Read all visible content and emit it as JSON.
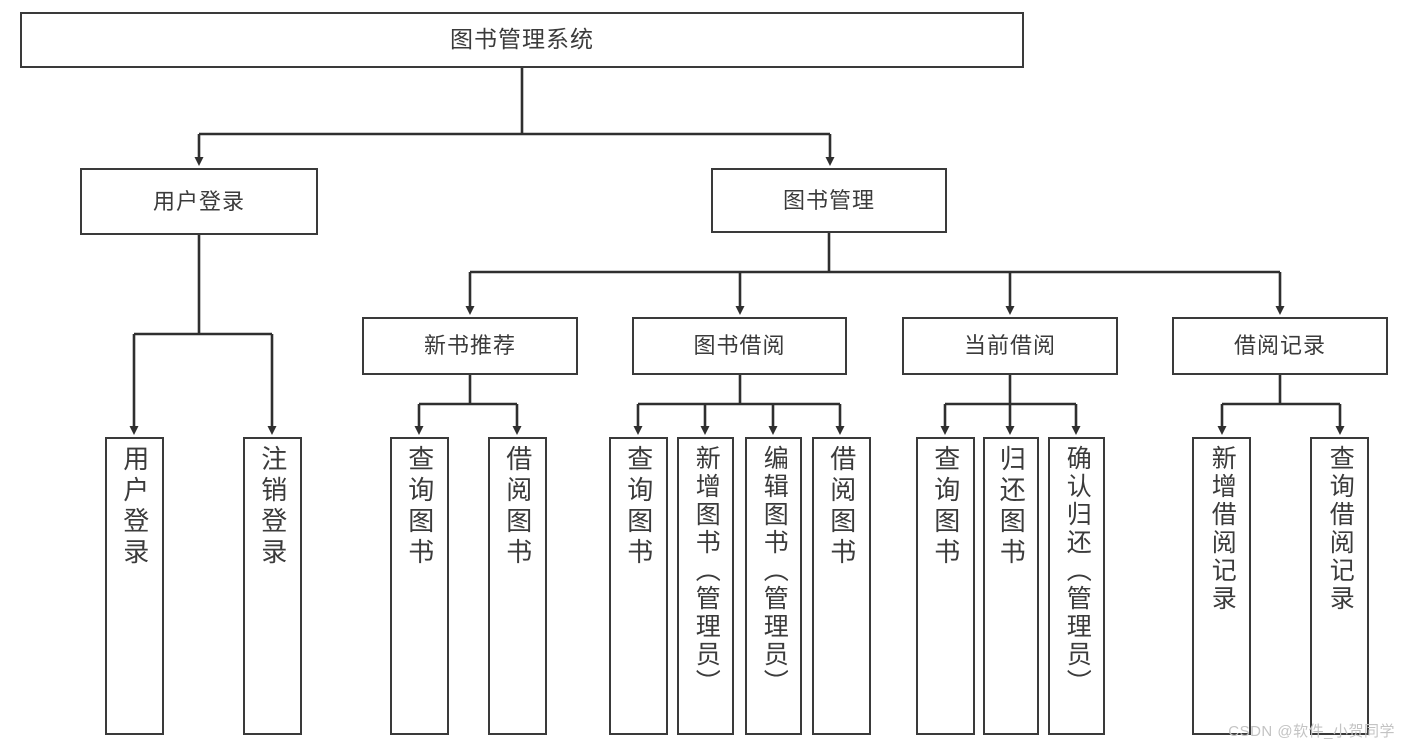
{
  "diagram": {
    "title": "图书管理系统",
    "type": "hierarchy-tree",
    "colors": {
      "box_border": "#3a3a3a",
      "box_fill": "#ffffff",
      "text": "#3b3b3b",
      "connector": "#2f2f2f",
      "watermark": "#c3c3c3",
      "background": "#ffffff"
    }
  },
  "watermark": {
    "text": "CSDN @软件_小贺同学"
  },
  "nodes": {
    "root": {
      "label": "图书管理系统"
    },
    "level1": [
      {
        "id": "user-login",
        "label": "用户登录"
      },
      {
        "id": "book-manage",
        "label": "图书管理"
      }
    ],
    "level2": [
      {
        "id": "new-book-recommend",
        "label": "新书推荐"
      },
      {
        "id": "book-borrow",
        "label": "图书借阅"
      },
      {
        "id": "current-borrow",
        "label": "当前借阅"
      },
      {
        "id": "borrow-record",
        "label": "借阅记录"
      }
    ],
    "leaves": {
      "user-login": [
        {
          "id": "leaf-user-login",
          "label": "用户登录"
        },
        {
          "id": "leaf-user-logout",
          "label": "注销登录"
        }
      ],
      "new-book-recommend": [
        {
          "id": "leaf-query-book-1",
          "label": "查询图书"
        },
        {
          "id": "leaf-borrow-book-1",
          "label": "借阅图书"
        }
      ],
      "book-borrow": [
        {
          "id": "leaf-query-book-2",
          "label": "查询图书"
        },
        {
          "id": "leaf-add-book",
          "label": "新增图书（管理员）"
        },
        {
          "id": "leaf-edit-book",
          "label": "编辑图书（管理员）"
        },
        {
          "id": "leaf-borrow-book-2",
          "label": "借阅图书"
        }
      ],
      "current-borrow": [
        {
          "id": "leaf-query-book-3",
          "label": "查询图书"
        },
        {
          "id": "leaf-return-book",
          "label": "归还图书"
        },
        {
          "id": "leaf-confirm-return",
          "label": "确认归还（管理员）"
        }
      ],
      "borrow-record": [
        {
          "id": "leaf-add-record",
          "label": "新增借阅记录"
        },
        {
          "id": "leaf-query-record",
          "label": "查询借阅记录"
        }
      ]
    }
  }
}
